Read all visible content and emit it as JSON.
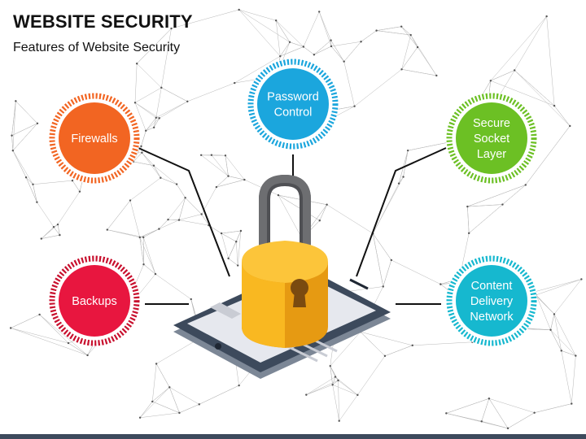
{
  "title": "WEBSITE SECURITY",
  "subtitle": "Features of Website Security",
  "features": [
    {
      "id": "firewalls",
      "lines": [
        "Firewalls"
      ],
      "color": "#f26522",
      "ring": "#f26522"
    },
    {
      "id": "password-control",
      "lines": [
        "Password",
        "Control"
      ],
      "color": "#1ba6dd",
      "ring": "#1ba6dd"
    },
    {
      "id": "secure-socket-layer",
      "lines": [
        "Secure",
        "Socket",
        "Layer"
      ],
      "color": "#6cc024",
      "ring": "#6cc024"
    },
    {
      "id": "backups",
      "lines": [
        "Backups"
      ],
      "color": "#e8163f",
      "ring": "#c8102e"
    },
    {
      "id": "content-delivery-network",
      "lines": [
        "Content",
        "Delivery",
        "Network"
      ],
      "color": "#16b8cf",
      "ring": "#16b8cf"
    }
  ],
  "colors": {
    "lock_body": "#f9b821",
    "lock_shackle": "#6d6e71",
    "tablet_frame": "#3d4a5c",
    "tablet_screen": "#e6e8ee",
    "connector": "#111111",
    "network": "#b7b7b7"
  },
  "icons": [
    "padlock-icon",
    "tablet-icon",
    "network-mesh-background"
  ]
}
